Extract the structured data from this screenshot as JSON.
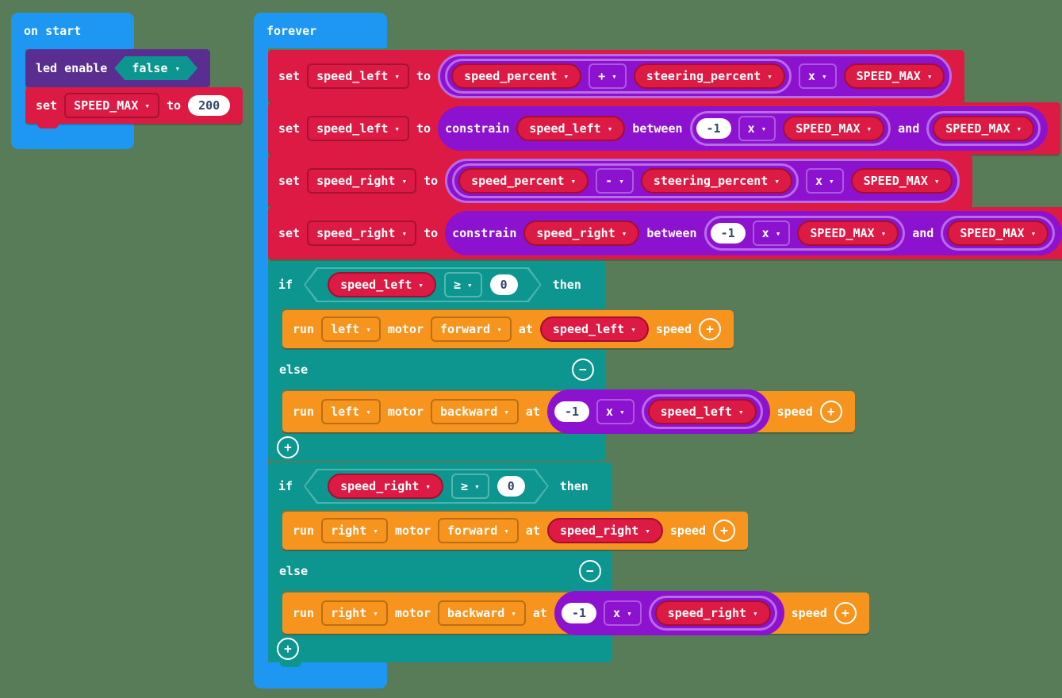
{
  "workspace": {
    "background": "#587c58"
  },
  "colors": {
    "basic_blue": "#1e97f2",
    "variables_red": "#dc1a43",
    "math_purple": "#8c12cf",
    "math_ring": "#b86ce8",
    "logic_teal": "#0d968f",
    "motor_orange": "#f7941e",
    "led_purple": "#5a2e91"
  },
  "icons": {
    "caret": "▾",
    "plus": "+",
    "minus": "−"
  },
  "on_start": {
    "title": "on start",
    "led_enable": {
      "label": "led enable",
      "value": "false"
    },
    "set_max": {
      "set": "set",
      "variable": "SPEED_MAX",
      "to": "to",
      "value": "200"
    }
  },
  "forever": {
    "title": "forever",
    "rows": [
      {
        "set": "set",
        "variable": "speed_left",
        "to": "to",
        "arg_left": "speed_percent",
        "op": "+",
        "arg_right": "steering_percent",
        "mul": "x",
        "factor": "SPEED_MAX"
      },
      {
        "set": "set",
        "variable": "speed_left",
        "to": "to",
        "fn": "constrain",
        "value": "speed_left",
        "between": "between",
        "low_num": "-1",
        "low_mul": "x",
        "low_var": "SPEED_MAX",
        "and": "and",
        "high_var": "SPEED_MAX"
      },
      {
        "set": "set",
        "variable": "speed_right",
        "to": "to",
        "arg_left": "speed_percent",
        "op": "-",
        "arg_right": "steering_percent",
        "mul": "x",
        "factor": "SPEED_MAX"
      },
      {
        "set": "set",
        "variable": "speed_right",
        "to": "to",
        "fn": "constrain",
        "value": "speed_right",
        "between": "between",
        "low_num": "-1",
        "low_mul": "x",
        "low_var": "SPEED_MAX",
        "and": "and",
        "high_var": "SPEED_MAX"
      }
    ],
    "conditionals": [
      {
        "if": "if",
        "then": "then",
        "else": "else",
        "cond_var": "speed_left",
        "cond_op": "≥",
        "cond_val": "0",
        "then_run": {
          "run": "run",
          "side": "left",
          "motor": "motor",
          "dir": "forward",
          "at": "at",
          "var": "speed_left",
          "speed": "speed"
        },
        "else_run": {
          "run": "run",
          "side": "left",
          "motor": "motor",
          "dir": "backward",
          "at": "at",
          "num": "-1",
          "mul": "x",
          "var": "speed_left",
          "speed": "speed"
        }
      },
      {
        "if": "if",
        "then": "then",
        "else": "else",
        "cond_var": "speed_right",
        "cond_op": "≥",
        "cond_val": "0",
        "then_run": {
          "run": "run",
          "side": "right",
          "motor": "motor",
          "dir": "forward",
          "at": "at",
          "var": "speed_right",
          "speed": "speed"
        },
        "else_run": {
          "run": "run",
          "side": "right",
          "motor": "motor",
          "dir": "backward",
          "at": "at",
          "num": "-1",
          "mul": "x",
          "var": "speed_right",
          "speed": "speed"
        }
      }
    ]
  }
}
